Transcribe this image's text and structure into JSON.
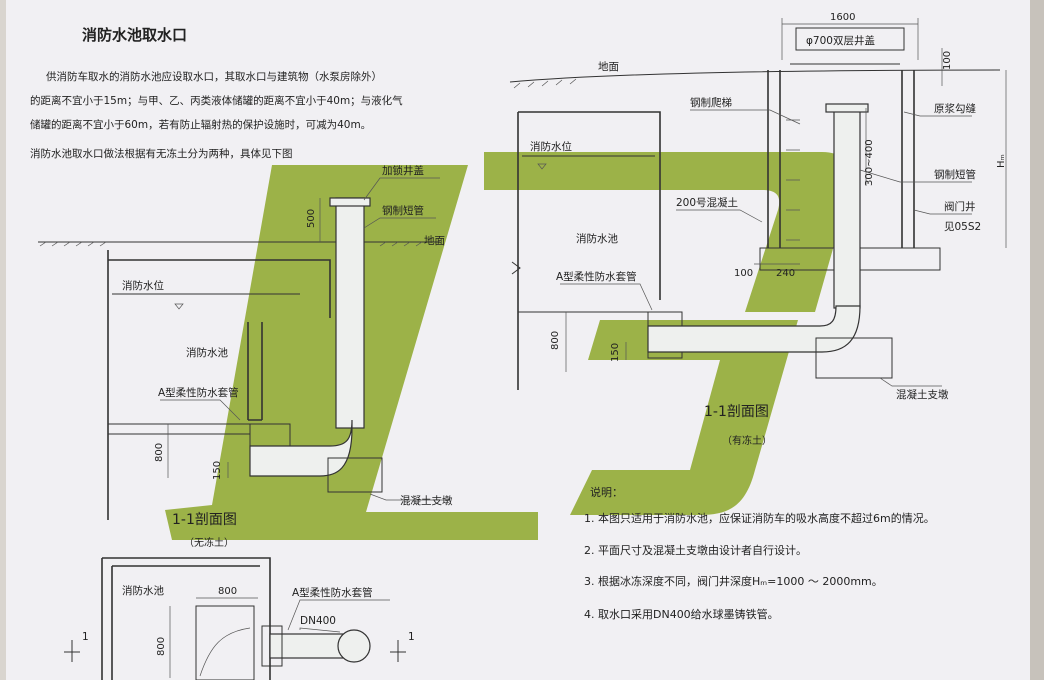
{
  "title": "消防水池取水口",
  "intro": [
    "供消防车取水的消防水池应设取水口，其取水口与建筑物（水泵房除外）",
    "的距离不宜小于15m；与甲、乙、丙类液体储罐的距离不宜小于40m；与液化气",
    "储罐的距离不宜小于60m，若有防止辐射热的保护设施时，可减为40m。",
    "消防水池取水口做法根据有无冻土分为两种，具体见下图"
  ],
  "left_section": {
    "labels": {
      "cover": "加锁井盖",
      "short_pipe": "钢制短管",
      "ground": "地面",
      "water_level": "消防水位",
      "tank": "消防水池",
      "sleeve": "A型柔性防水套管",
      "support": "混凝土支墩"
    },
    "dims": {
      "d500": "500",
      "d800": "800",
      "d150": "150"
    },
    "caption": "1-1剖面图",
    "subcaption": "（无冻土）"
  },
  "right_section": {
    "labels": {
      "cover": "φ700双层井盖",
      "ground": "地面",
      "ladder": "钢制爬梯",
      "water_level": "消防水位",
      "concrete": "200号混凝土",
      "tank": "消防水池",
      "sleeve": "A型柔性防水套管",
      "joint": "原浆勾缝",
      "short_pipe": "钢制短管",
      "valve_well": "阀门井",
      "ref": "见05S2",
      "support": "混凝土支墩"
    },
    "dims": {
      "d1600": "1600",
      "d100_top": "100",
      "d300_400": "300~400",
      "hm": "Hₘ",
      "d100": "100",
      "d240": "240",
      "d800": "800",
      "d150": "150"
    },
    "caption": "1-1剖面图",
    "subcaption": "（有冻土）"
  },
  "plan": {
    "labels": {
      "tank": "消防水池",
      "sleeve": "A型柔性防水套管",
      "dn": "DN400",
      "cut": "1"
    },
    "dims": {
      "d800_h": "800",
      "d800_v": "800"
    }
  },
  "notes": {
    "heading": "说明：",
    "items": [
      "1. 本图只适用于消防水池，应保证消防车的吸水高度不超过6m的情况。",
      "2. 平面尺寸及混凝土支墩由设计者自行设计。",
      "3. 根据冰冻深度不同，阀门井深度Hₘ=1000 ～ 2000mm。",
      "4. 取水口采用DN400给水球墨铸铁管。"
    ]
  },
  "colors": {
    "watermark": "#95ad3a",
    "paper": "#f1f0f3",
    "ink": "#222222"
  }
}
